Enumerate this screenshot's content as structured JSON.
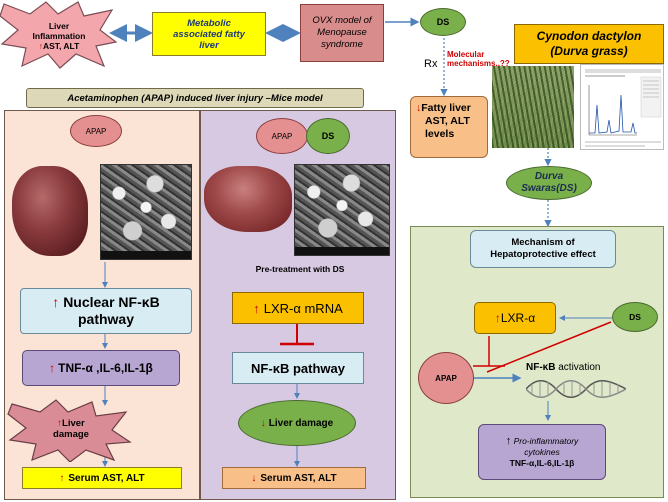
{
  "top": {
    "liver_inflammation": {
      "line1": "Liver",
      "line2": "Inflammation",
      "markers": "AST, ALT"
    },
    "metabolic": {
      "line1": "Metabolic",
      "line2": "associated fatty",
      "line3": "liver"
    },
    "ovx": {
      "line1": "OVX model of",
      "line2": "Menopause",
      "line3": "syndrome"
    },
    "ds_top": "DS",
    "rx": "Rx",
    "molecular": {
      "line1": "Molecular",
      "line2": "mechanisms..??"
    },
    "fatty_liver": {
      "line1": "Fatty liver",
      "line2": "AST, ALT",
      "line3": "levels"
    }
  },
  "cynodon": {
    "line1": "Cynodon dactylon",
    "line2": "(Durva grass)"
  },
  "durva_swaras": {
    "line1": "Durva",
    "line2": "Swaras(DS)"
  },
  "apap_title": "Acetaminophen (APAP) induced liver injury –Mice model",
  "left_panel": {
    "apap": "APAP",
    "nfkb": {
      "line1": "Nuclear NF-κB",
      "line2": "pathway"
    },
    "tnf": "TNF-α ,IL-6,IL-1β",
    "liver_damage": {
      "line1": "Liver",
      "line2": "damage"
    },
    "serum": "Serum AST, ALT"
  },
  "mid_panel": {
    "apap": "APAP",
    "ds": "DS",
    "pretreatment": "Pre-treatment with DS",
    "lxr_mrna": "LXR-α mRNA",
    "nfkb_pathway": "NF-κB pathway",
    "liver_damage": "Liver damage",
    "serum": "Serum AST, ALT"
  },
  "mechanism": {
    "title": {
      "line1": "Mechanism of",
      "line2": "Hepatoprotective effect"
    },
    "lxr": "LXR-α",
    "ds": "DS",
    "apap": "APAP",
    "nfkb_bold": "NF-κB",
    "activation": " activation",
    "proinflam": {
      "line1": "Pro-inflammatory",
      "line2": "cytokines",
      "line3": "TNF-α,IL-6,IL-1β"
    }
  },
  "colors": {
    "yellow_box": "#ffff00",
    "pink_burst": "#f3a7ad",
    "ovx_box": "#d98c8c",
    "green_ellipse": "#7ab04a",
    "orange_box": "#f8c088",
    "cynodon_box": "#fbc100",
    "panel_title": "#dcd8b8",
    "left_panel": "#fbe4d5",
    "mid_panel": "#d7c9e2",
    "right_panel": "#dfe8c8",
    "light_blue_box": "#d8ecf4",
    "purple_box": "#b7a5d2",
    "red": "#d00000",
    "blue_arrow": "#4f81bd"
  }
}
